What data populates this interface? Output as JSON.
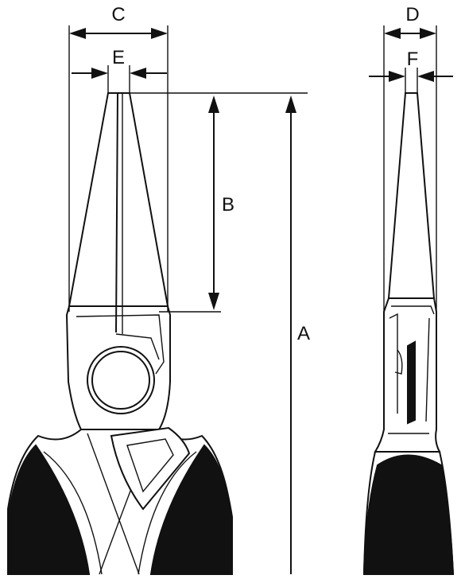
{
  "colors": {
    "line": "#111111",
    "background": "#ffffff",
    "grip": "#111111"
  },
  "labels": {
    "A": "A",
    "B": "B",
    "C": "C",
    "D": "D",
    "E": "E",
    "F": "F"
  }
}
